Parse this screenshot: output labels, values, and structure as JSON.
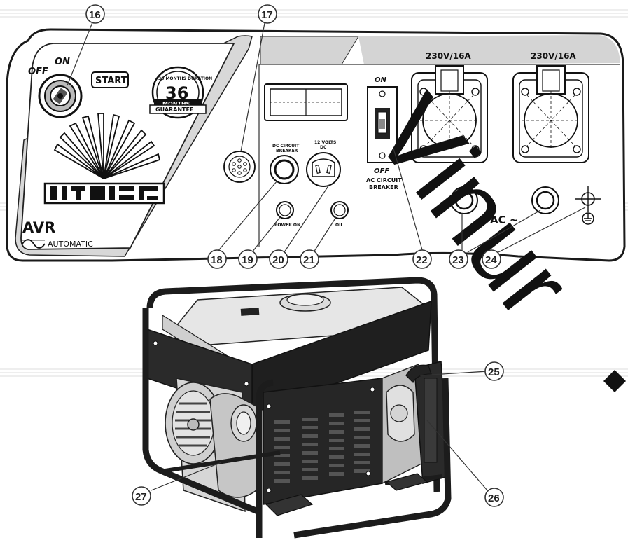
{
  "panel": {
    "switch_on": "ON",
    "switch_off": "OFF",
    "start_label": "START",
    "guarantee_top": "36 MONTHS DURATION",
    "guarantee_number": "36",
    "guarantee_months": "MONTHS",
    "guarantee_bottom": "GUARANTEE",
    "brand": "Vitals",
    "avr": "AVR",
    "automatic": "AUTOMATIC",
    "dc_breaker": [
      "DC CIRCUIT",
      "BREAKER"
    ],
    "volts_dc": [
      "12 VOLTS",
      "DC"
    ],
    "power_on": "POWER ON",
    "oil": "OIL",
    "ac_breaker_on": "ON",
    "ac_breaker_off": "OFF",
    "ac_breaker_label": [
      "AC CIRCUIT",
      "BREAKER"
    ],
    "socket_label_1": "230V/16A",
    "socket_label_2": "230V/16A",
    "ac_label": "AC ~"
  },
  "watermark": "Vinur",
  "callouts": [
    "16",
    "17",
    "18",
    "19",
    "20",
    "21",
    "22",
    "23",
    "24",
    "25",
    "26",
    "27"
  ],
  "colors": {
    "panel_stroke": "#1a1a1a",
    "panel_grey": "#cfcfcf",
    "frame": "#1c1c1c",
    "watermark": "#111111"
  }
}
